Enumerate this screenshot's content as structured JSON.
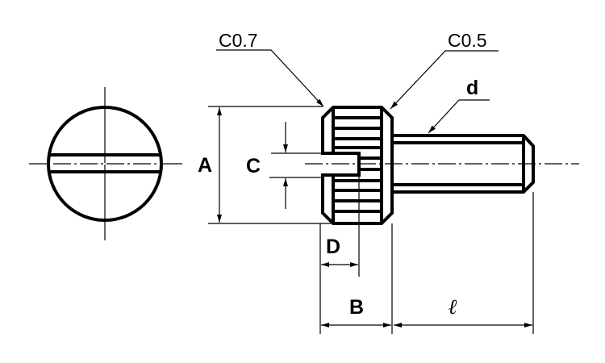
{
  "drawing": {
    "title": "Knurled thumb screw with slot — technical drawing",
    "views": [
      "end-view",
      "side-view"
    ],
    "stroke_color": "#000000",
    "background_color": "#ffffff"
  },
  "annotations": {
    "chamfer_head_left": "C0.7",
    "chamfer_head_right": "C0.5",
    "thread_diameter": "d"
  },
  "dimensions": {
    "head_diameter": "A",
    "slot_width": "C",
    "slot_depth": "D",
    "head_length": "B",
    "shaft_length": "ℓ"
  }
}
